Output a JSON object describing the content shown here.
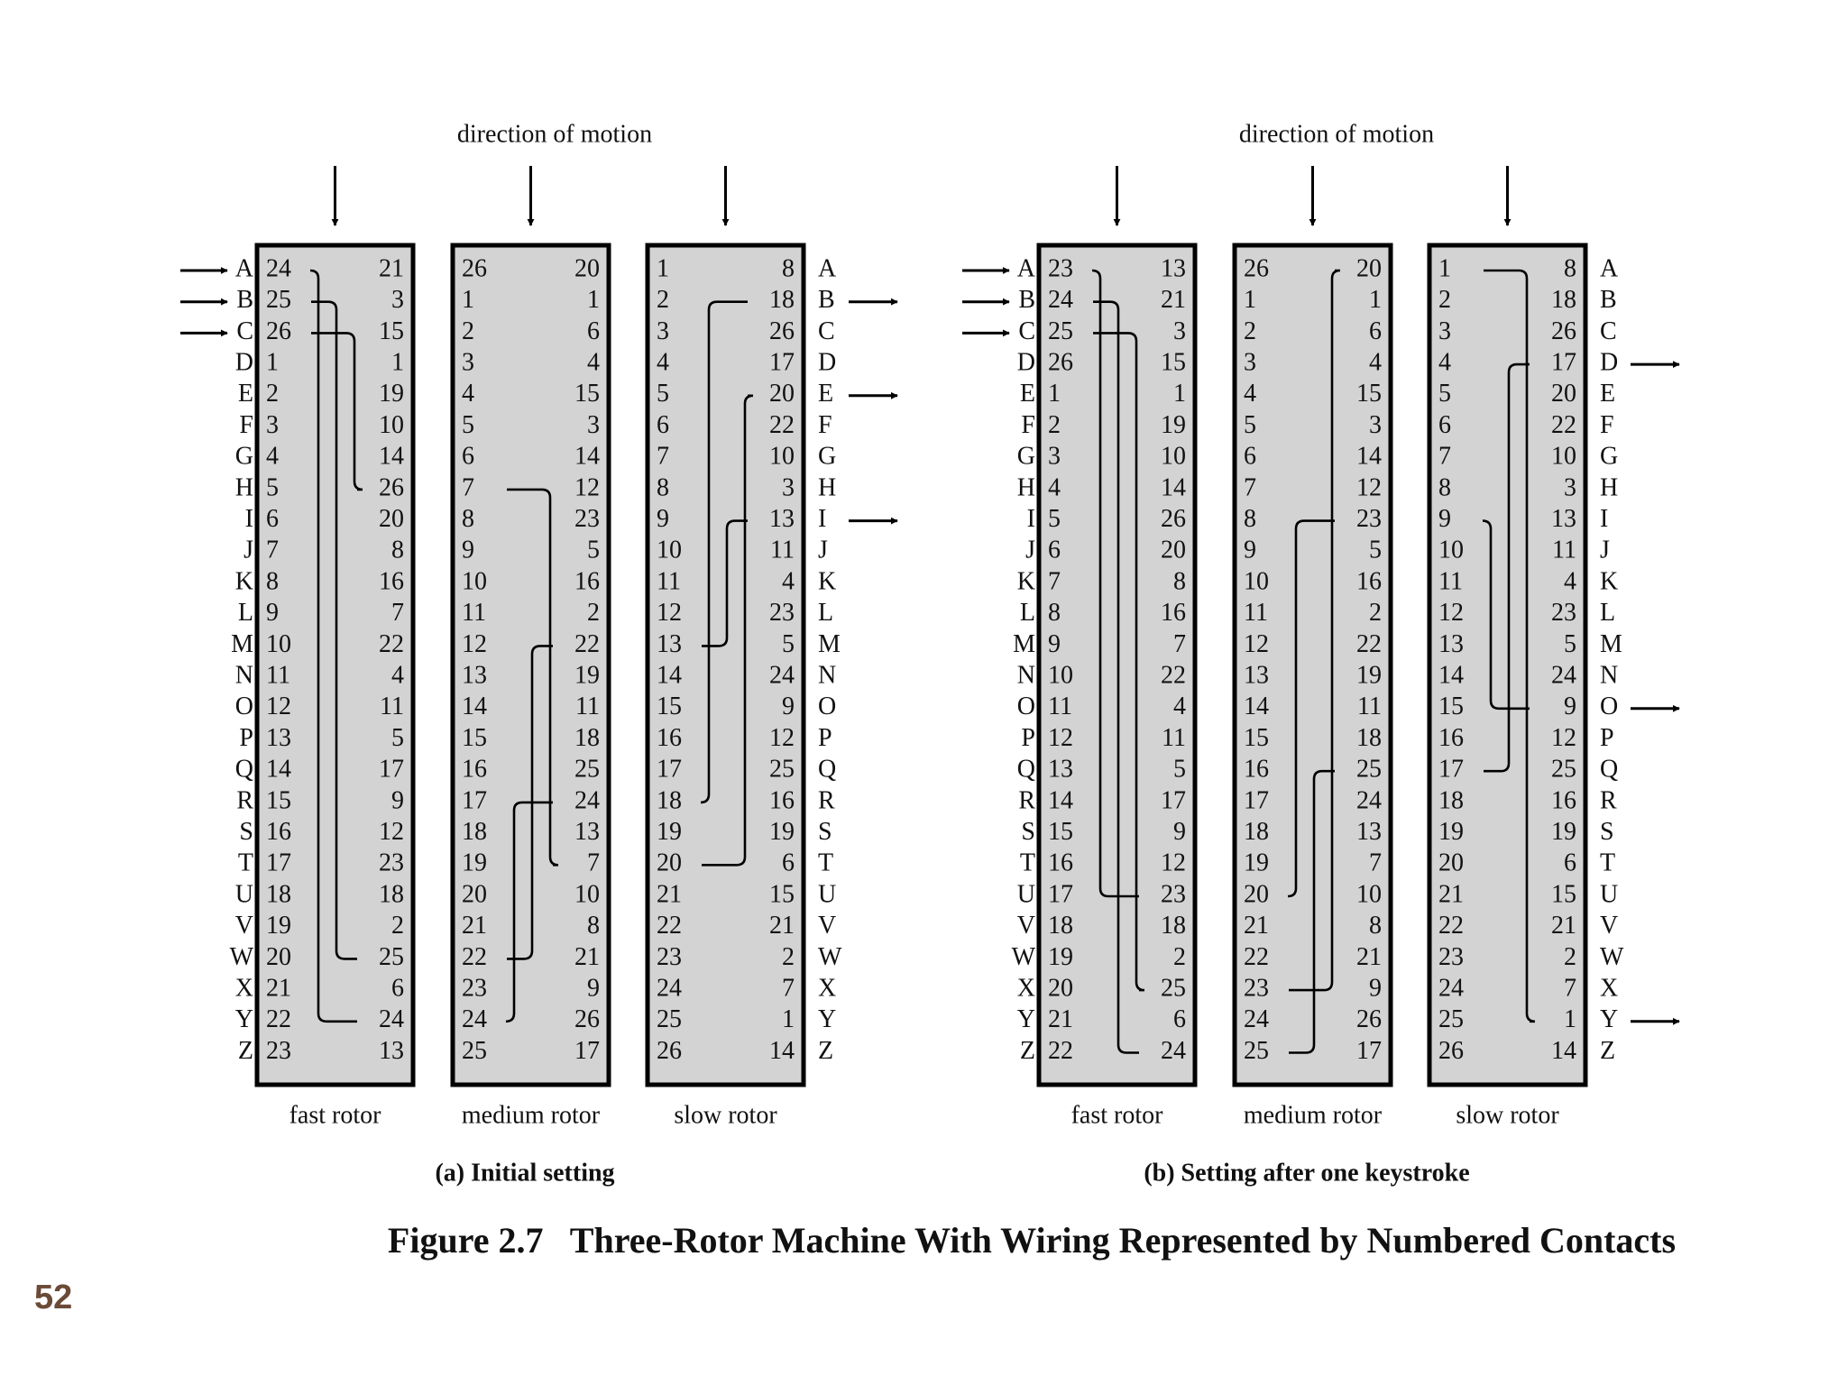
{
  "page_number": "52",
  "figure_caption": "Figure 2.7   Three-Rotor Machine With Wiring Represented by Numbered Contacts",
  "letters": [
    "A",
    "B",
    "C",
    "D",
    "E",
    "F",
    "G",
    "H",
    "I",
    "J",
    "K",
    "L",
    "M",
    "N",
    "O",
    "P",
    "Q",
    "R",
    "S",
    "T",
    "U",
    "V",
    "W",
    "X",
    "Y",
    "Z"
  ],
  "panels": [
    {
      "id": "a",
      "caption": "(a) Initial setting",
      "direction_label": "direction of motion",
      "input_arrows": [
        "A",
        "B",
        "C"
      ],
      "output_arrows": [
        "B",
        "E",
        "I"
      ],
      "rotors": [
        {
          "name": "fast rotor",
          "left": [
            24,
            25,
            26,
            1,
            2,
            3,
            4,
            5,
            6,
            7,
            8,
            9,
            10,
            11,
            12,
            13,
            14,
            15,
            16,
            17,
            18,
            19,
            20,
            21,
            22,
            23
          ],
          "right": [
            21,
            3,
            15,
            1,
            19,
            10,
            14,
            26,
            20,
            8,
            16,
            7,
            22,
            4,
            11,
            5,
            17,
            9,
            12,
            23,
            18,
            2,
            25,
            6,
            24,
            13
          ]
        },
        {
          "name": "medium rotor",
          "left": [
            26,
            1,
            2,
            3,
            4,
            5,
            6,
            7,
            8,
            9,
            10,
            11,
            12,
            13,
            14,
            15,
            16,
            17,
            18,
            19,
            20,
            21,
            22,
            23,
            24,
            25
          ],
          "right": [
            20,
            1,
            6,
            4,
            15,
            3,
            14,
            12,
            23,
            5,
            16,
            2,
            22,
            19,
            11,
            18,
            25,
            24,
            13,
            7,
            10,
            8,
            21,
            9,
            26,
            17
          ]
        },
        {
          "name": "slow rotor",
          "left": [
            1,
            2,
            3,
            4,
            5,
            6,
            7,
            8,
            9,
            10,
            11,
            12,
            13,
            14,
            15,
            16,
            17,
            18,
            19,
            20,
            21,
            22,
            23,
            24,
            25,
            26
          ],
          "right": [
            8,
            18,
            26,
            17,
            20,
            22,
            10,
            3,
            13,
            11,
            4,
            23,
            5,
            24,
            9,
            12,
            25,
            16,
            19,
            6,
            15,
            21,
            2,
            7,
            1,
            14
          ]
        }
      ]
    },
    {
      "id": "b",
      "caption": "(b) Setting after one keystroke",
      "direction_label": "direction of motion",
      "input_arrows": [
        "A",
        "B",
        "C"
      ],
      "output_arrows": [
        "D",
        "O",
        "Y"
      ],
      "rotors": [
        {
          "name": "fast rotor",
          "left": [
            23,
            24,
            25,
            26,
            1,
            2,
            3,
            4,
            5,
            6,
            7,
            8,
            9,
            10,
            11,
            12,
            13,
            14,
            15,
            16,
            17,
            18,
            19,
            20,
            21,
            22
          ],
          "right": [
            13,
            21,
            3,
            15,
            1,
            19,
            10,
            14,
            26,
            20,
            8,
            16,
            7,
            22,
            4,
            11,
            5,
            17,
            9,
            12,
            23,
            18,
            2,
            25,
            6,
            24
          ]
        },
        {
          "name": "medium rotor",
          "left": [
            26,
            1,
            2,
            3,
            4,
            5,
            6,
            7,
            8,
            9,
            10,
            11,
            12,
            13,
            14,
            15,
            16,
            17,
            18,
            19,
            20,
            21,
            22,
            23,
            24,
            25
          ],
          "right": [
            20,
            1,
            6,
            4,
            15,
            3,
            14,
            12,
            23,
            5,
            16,
            2,
            22,
            19,
            11,
            18,
            25,
            24,
            13,
            7,
            10,
            8,
            21,
            9,
            26,
            17
          ]
        },
        {
          "name": "slow rotor",
          "left": [
            1,
            2,
            3,
            4,
            5,
            6,
            7,
            8,
            9,
            10,
            11,
            12,
            13,
            14,
            15,
            16,
            17,
            18,
            19,
            20,
            21,
            22,
            23,
            24,
            25,
            26
          ],
          "right": [
            8,
            18,
            26,
            17,
            20,
            22,
            10,
            3,
            13,
            11,
            4,
            23,
            5,
            24,
            9,
            12,
            25,
            16,
            19,
            6,
            15,
            21,
            2,
            7,
            1,
            14
          ]
        }
      ]
    }
  ],
  "wiring_paths": [
    {
      "panel": 0,
      "rotor": 0,
      "from_row": 0,
      "to_row": 24
    },
    {
      "panel": 0,
      "rotor": 0,
      "from_row": 1,
      "to_row": 22
    },
    {
      "panel": 0,
      "rotor": 0,
      "from_row": 2,
      "to_row": 7
    },
    {
      "panel": 0,
      "rotor": 1,
      "from_row": 24,
      "to_row": 17
    },
    {
      "panel": 0,
      "rotor": 1,
      "from_row": 22,
      "to_row": 12
    },
    {
      "panel": 0,
      "rotor": 1,
      "from_row": 7,
      "to_row": 19
    },
    {
      "panel": 0,
      "rotor": 2,
      "from_row": 17,
      "to_row": 1
    },
    {
      "panel": 0,
      "rotor": 2,
      "from_row": 12,
      "to_row": 8
    },
    {
      "panel": 0,
      "rotor": 2,
      "from_row": 19,
      "to_row": 4
    },
    {
      "panel": 1,
      "rotor": 0,
      "from_row": 0,
      "to_row": 20
    },
    {
      "panel": 1,
      "rotor": 0,
      "from_row": 1,
      "to_row": 25
    },
    {
      "panel": 1,
      "rotor": 0,
      "from_row": 2,
      "to_row": 23
    },
    {
      "panel": 1,
      "rotor": 1,
      "from_row": 20,
      "to_row": 8
    },
    {
      "panel": 1,
      "rotor": 1,
      "from_row": 25,
      "to_row": 16
    },
    {
      "panel": 1,
      "rotor": 1,
      "from_row": 23,
      "to_row": 0
    },
    {
      "panel": 1,
      "rotor": 2,
      "from_row": 8,
      "to_row": 14
    },
    {
      "panel": 1,
      "rotor": 2,
      "from_row": 16,
      "to_row": 3
    },
    {
      "panel": 1,
      "rotor": 2,
      "from_row": 0,
      "to_row": 24
    }
  ]
}
